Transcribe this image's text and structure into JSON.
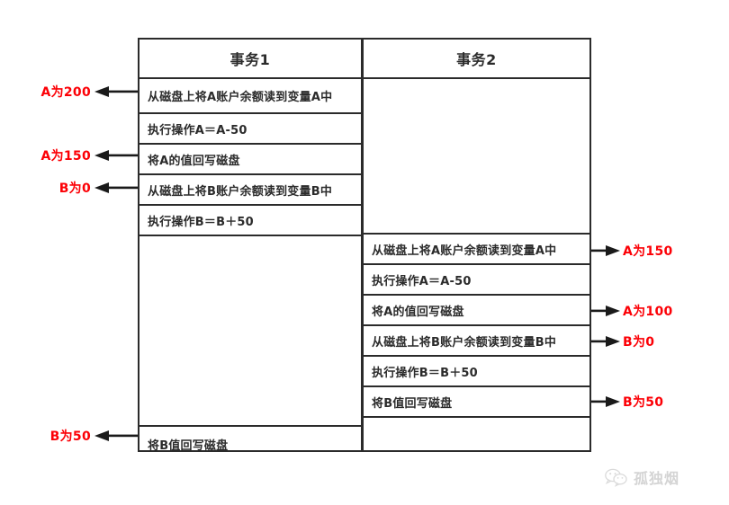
{
  "diagram": {
    "title_hidden": "",
    "columns": [
      {
        "name": "transaction-1",
        "header": "事务1",
        "rows": [
          "从磁盘上将A账户余额读到变量A中",
          "执行操作A＝A-50",
          "将A的值回写磁盘",
          "从磁盘上将B账户余额读到变量B中",
          "执行操作B＝B＋50",
          "",
          "将B值回写磁盘"
        ]
      },
      {
        "name": "transaction-2",
        "header": "事务2",
        "rows": [
          "",
          "从磁盘上将A账户余额读到变量A中",
          "执行操作A＝A-50",
          "将A的值回写磁盘",
          "从磁盘上将B账户余额读到变量B中",
          "执行操作B＝B＋50",
          "将B值回写磁盘",
          ""
        ]
      }
    ],
    "annotations_left": [
      {
        "name": "annotation-a-200",
        "label": "A为200"
      },
      {
        "name": "annotation-a-150",
        "label": "A为150"
      },
      {
        "name": "annotation-b-0",
        "label": "B为0"
      },
      {
        "name": "annotation-b-50",
        "label": "B为50"
      }
    ],
    "annotations_right": [
      {
        "name": "annotation-a-150-right",
        "label": "A为150"
      },
      {
        "name": "annotation-a-100-right",
        "label": "A为100"
      },
      {
        "name": "annotation-b-0-right",
        "label": "B为0"
      },
      {
        "name": "annotation-b-50-right",
        "label": "B为50"
      }
    ],
    "colors": {
      "annotation": "#fc0006",
      "border": "#2b2b2b",
      "text": "#2b2b2b",
      "background": "#ffffff",
      "watermark": "#9a9a9a"
    }
  },
  "watermark": {
    "text": "孤独烟"
  }
}
